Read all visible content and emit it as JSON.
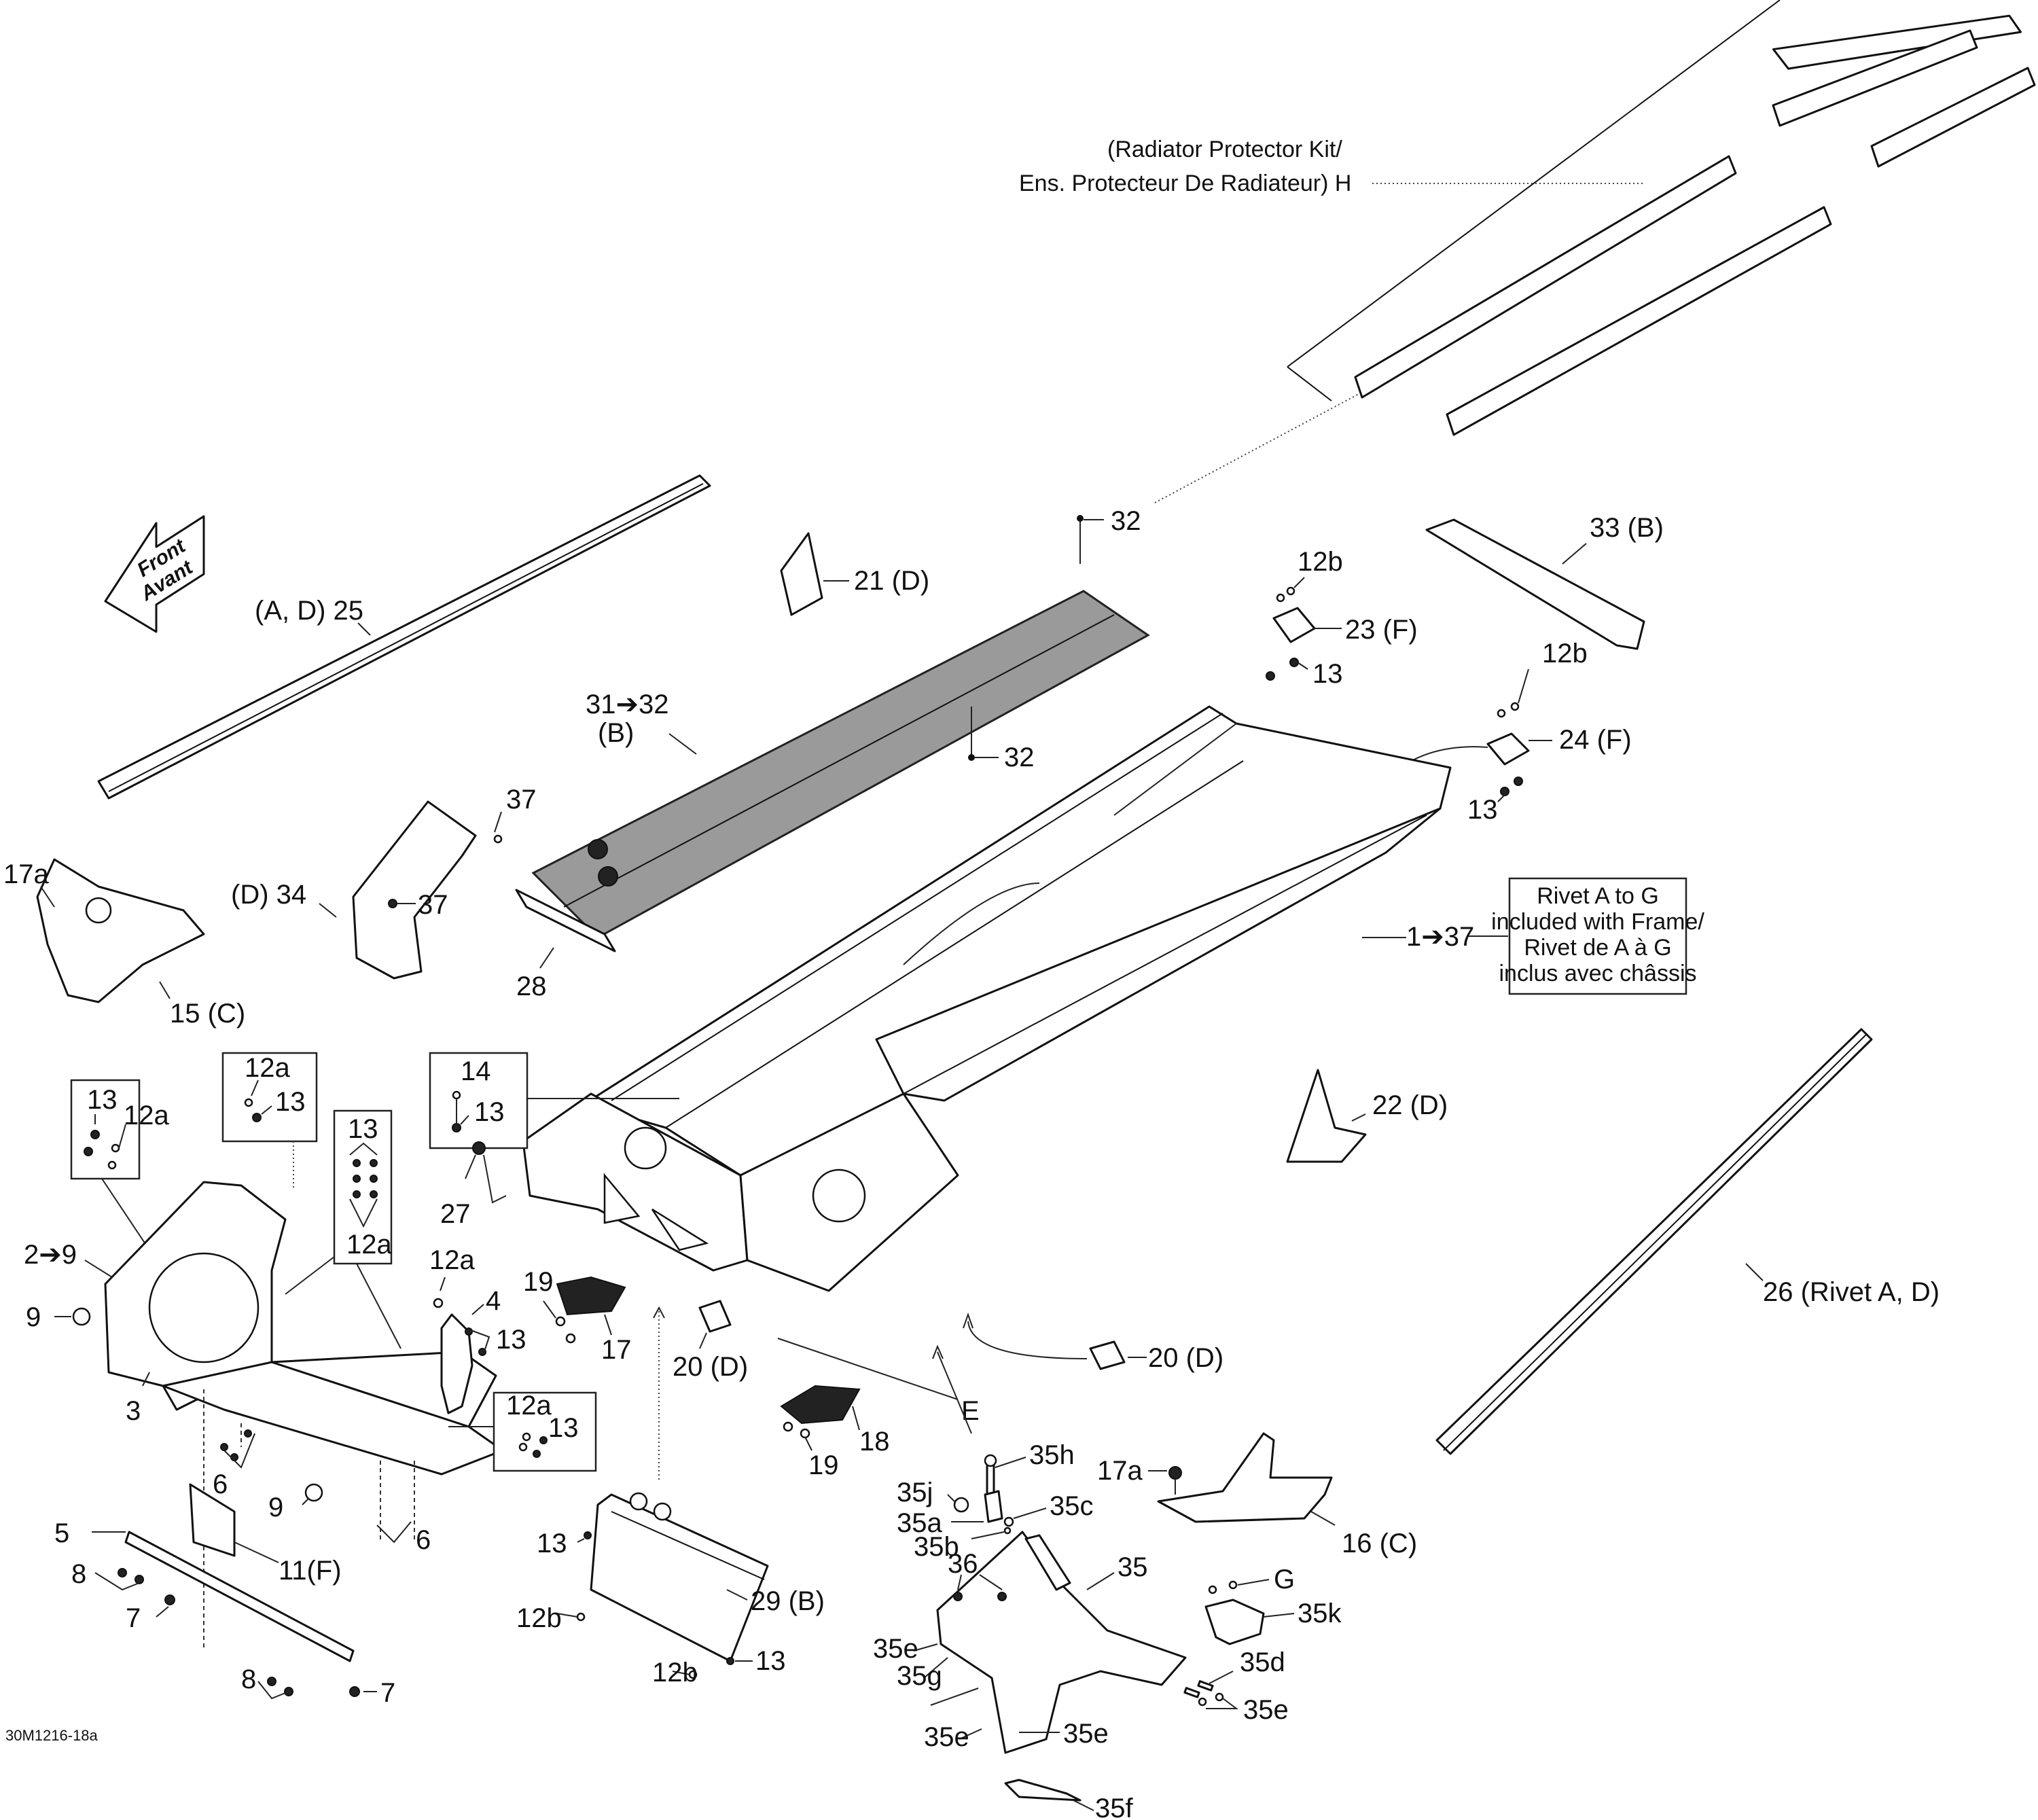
{
  "diagram": {
    "title": "Frame exploded parts diagram",
    "figure_ref": "30M1216-18a",
    "front_arrow": {
      "line1": "Front",
      "line2": "Avant"
    },
    "kit_note": {
      "line1": "(Radiator Protector Kit/",
      "line2": "Ens. Protecteur De Radiateur)  H"
    },
    "rivet_note": {
      "line1": "Rivet A to G",
      "line2": "included with Frame/",
      "line3": "Rivet de A à G",
      "line4": "inclus avec châssis"
    },
    "callouts": {
      "c25": "(A, D) 25",
      "c32a": "32",
      "c32b": "32",
      "c21": "21 (D)",
      "c33": "33 (B)",
      "c12b_23": "12b",
      "c23": "23 (F)",
      "c13_23": "13",
      "c12b_24": "12b",
      "c24": "24 (F)",
      "c13_24": "13",
      "c31": "31➔32",
      "c31b": "(B)",
      "c37a": "37",
      "c37b": "37",
      "c34": "(D) 34",
      "c28": "28",
      "c17a_left": "17a",
      "c15": "15 (C)",
      "c1_37": "1➔37",
      "c22": "22 (D)",
      "c26": "26 (Rivet A, D)",
      "box1_13": "13",
      "box1_12a": "12a",
      "box2_12a": "12a",
      "box2_13": "13",
      "box3_13": "13",
      "box3_12a": "12a",
      "box4_14": "14",
      "box4_13": "13",
      "c27": "27",
      "c2_9": "2➔9",
      "c9a": "9",
      "c12a_4": "12a",
      "c4": "4",
      "c13_4": "13",
      "c19a": "19",
      "c17": "17",
      "c3": "3",
      "c6a": "6",
      "c6b": "6",
      "box5_12a": "12a",
      "box5_13": "13",
      "c9b": "9",
      "c5": "5",
      "c8a": "8",
      "c11": "11(F)",
      "c7a": "7",
      "c8b": "8",
      "c7b": "7",
      "c20a": "20 (D)",
      "c20b": "20 (D)",
      "cE": "E",
      "c18": "18",
      "c19b": "19",
      "c13_29": "13",
      "c12b_29a": "12b",
      "c29": "29 (B)",
      "c12b_29b": "12b",
      "c13_29b": "13",
      "c35h": "35h",
      "c35j": "35j",
      "c35a": "35a",
      "c35c": "35c",
      "c35b": "35b",
      "c17a_right": "17a",
      "c16": "16 (C)",
      "c36": "36",
      "c35": "35",
      "cG": "G",
      "c35k": "35k",
      "c35e_left": "35e",
      "c35g": "35g",
      "c35e_low": "35e",
      "c35e_mid": "35e",
      "c35d": "35d",
      "c35e_right": "35e",
      "c35f": "35f"
    }
  }
}
